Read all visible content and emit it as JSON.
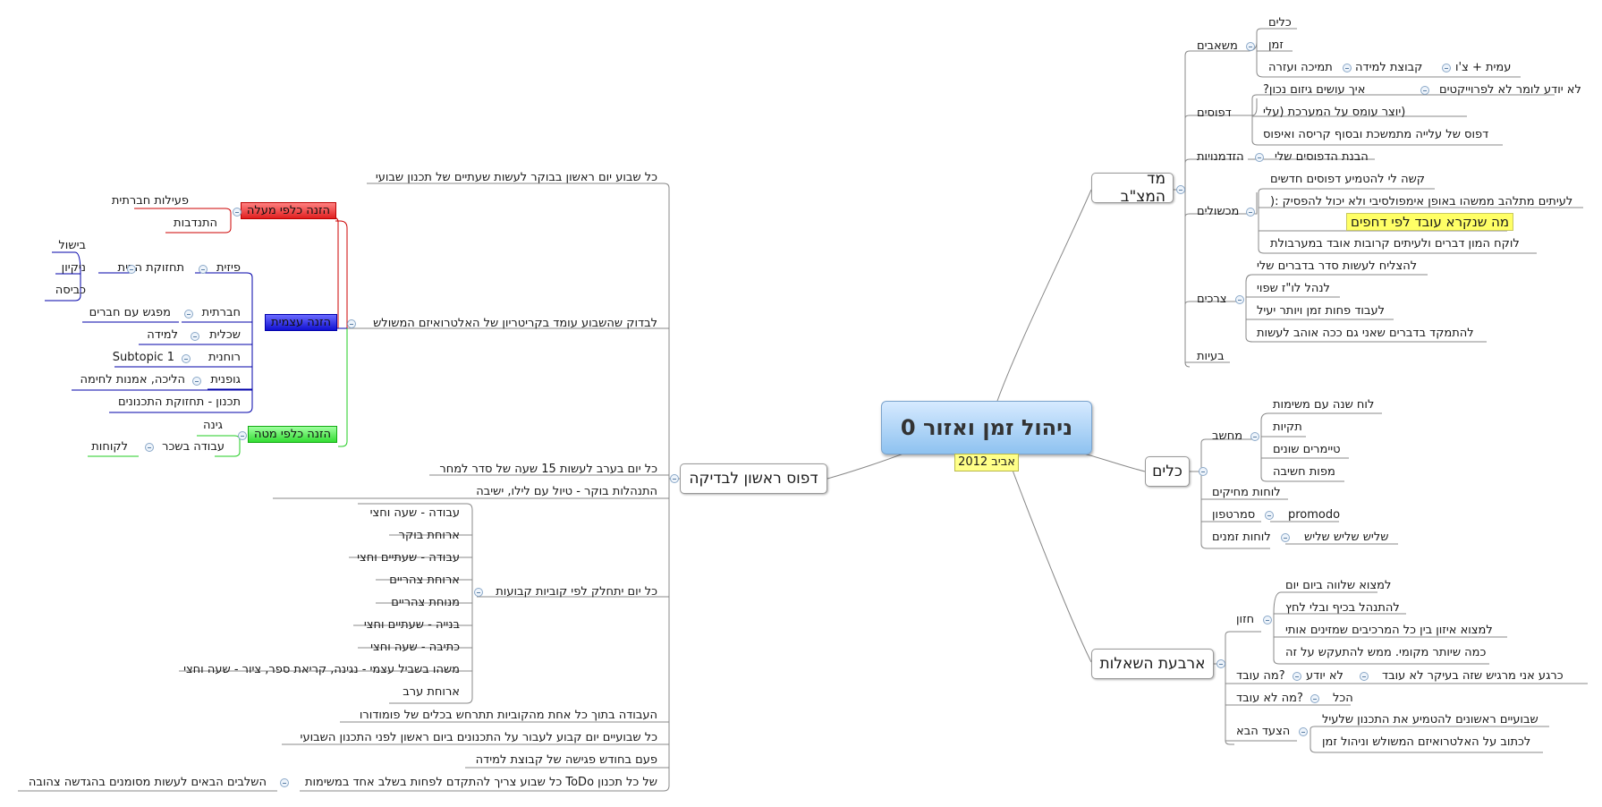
{
  "central": {
    "title": "ניהול זמן ואזור 0",
    "subtitle": "אביב 2012"
  },
  "branches": {
    "mad": {
      "label": "מד המצ\"ב",
      "mashabim": {
        "label": "משאבים",
        "items": [
          "כלים",
          "זמן",
          "תמיכה ועזרה",
          "קבוצת למידה",
          "עמית + צ'ו"
        ]
      },
      "dfusim": {
        "label": "דפוסים",
        "items": [
          "לא יודע לומר לא לפרוייקטים",
          "איך עושים גיזום נכון?",
          "(יוצר עומס על המערכת (עלי",
          "דפוס של עלייה מתמשכת ובסוף קריסה ואיפוס"
        ]
      },
      "hizdamnuyot": {
        "label": "הזדמנויות",
        "items": [
          "הבנת הדפוסים שלי"
        ]
      },
      "michsholim": {
        "label": "מכשולים",
        "items": [
          "קשה לי להטמיע דפוסים חדשים",
          "לעיתים מתלהב ממשהו באופן אימפולסיבי ולא יכול להפסיק :(",
          "מה שנקרא עובד לפי דחפים",
          "לוקח המון דברים ולעיתים קרובות אובד במערבולת"
        ]
      },
      "tzrachim": {
        "label": "צרכים",
        "items": [
          "להצליח לעשות סדר בדברים שלי",
          "לנהל לו\"ז שפוי",
          "לעבוד פחות זמן ויותר יעיל",
          "להתמקד בדברים שאני גם ככה אוהב לעשות"
        ]
      },
      "baayot": {
        "label": "בעיות"
      }
    },
    "kelim": {
      "label": "כלים",
      "machshev": {
        "label": "מחשב",
        "items": [
          "לוח שנה עם משימות",
          "תקיות",
          "טיימרים שונים",
          "מפות חשיבה"
        ]
      },
      "luchot": {
        "label": "לוחות מחיקים"
      },
      "smartphone": {
        "label": "סמרטפון",
        "items": [
          "promodo"
        ]
      },
      "zmanim": {
        "label": "לוחות זמנים",
        "items": [
          "שליש שליש שליש"
        ]
      }
    },
    "arba": {
      "label": "ארבעת השאלות",
      "hazon": {
        "label": "חזון",
        "items": [
          "למצוא שלווה ביום יום",
          "להתנהל בכיף ובלי לחץ",
          "למצוא איזון בין כל המרכיבים שמזינים אותי",
          "כמה שיותר מקומי. ממש להתעקש על זה"
        ]
      },
      "ma_oved": {
        "label": "?מה עובד",
        "items": [
          "לא יודע",
          "כרגע אני מרגיש שזה בעיקר לא עובד"
        ]
      },
      "ma_lo_oved": {
        "label": "?מה לא עובד",
        "items": [
          "הכל"
        ]
      },
      "hatzaad": {
        "label": "הצעד הבא",
        "items": [
          "שבועיים ראשונים להטמיע את התכנון שלעיל",
          "לכתוב על האלטרואיזם המשולש וניהול זמן"
        ]
      }
    },
    "dfus": {
      "label": "דפוס ראשון לבדיקה",
      "items": [
        "כל שבוע יום ראשון בבוקר לעשות שעתיים של תכנון שבועי",
        "לבדוק שהשבוע עומד בקריטריון של האלטרואיזם המשולש",
        "כל יום בערב לעשות 15 שעה של סדר למחר",
        "התנהלות בוקר - טיול עם לילו, ישיבה",
        "כל יום יתחלק לפי קוביות קבועות",
        "העבודה בתוך כל אחת מהקוביות תתרחש בכלים של פומודורו",
        "כל שבועיים יום קבוע לעבור על התכנונים ביום ראשון לפני התכנון השבועי",
        "פעם בחודש פגישה של קבוצת למידה",
        "של כל תכנון ToDo כל שבוע צריך להתקדם לפחות בשלב אחד במשימות",
        "השלבים הבאים לעשות מסומנים בהגדשה צהובה"
      ],
      "kalpei_maala": {
        "label": "הזנה כלפי מעלה",
        "items": [
          "פעילות חברתית",
          "התנדבות"
        ]
      },
      "atzmit": {
        "label": "הזנה עצמית",
        "items": [
          "פיזית",
          "תחזוקת הבית",
          "בישול",
          "ניקיון",
          "כביסה",
          "חברתית",
          "מפגש עם חברים",
          "שכלית",
          "למידה",
          "רוחנית",
          "Subtopic 1",
          "גופנית",
          "הליכה, אמנות לחימה",
          "תכנון - תחזוקת התכנונים"
        ]
      },
      "kalpei_mata": {
        "label": "הזנה כלפי מטה",
        "items": [
          "גינה",
          "עבודה בשכר",
          "לקוחות"
        ]
      },
      "kubiyot": [
        "עבודה - שעה וחצי",
        "ארוחת בוקר",
        "עבודה - שעתיים וחצי",
        "ארוחת צהריים",
        "מנוחת צהריים",
        "בנייה - שעתיים וחצי",
        "כתיבה - שעה וחצי",
        "משהו בשביל עצמי - נגינה, קריאת ספר, ציור - שעה וחצי",
        "ארוחת ערב"
      ]
    }
  },
  "colors": {
    "line": "#888888",
    "red": "#cc0000",
    "blue": "#0000aa",
    "green": "#22cc22"
  }
}
